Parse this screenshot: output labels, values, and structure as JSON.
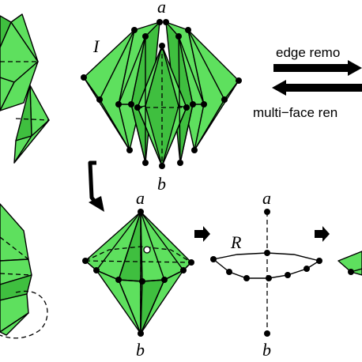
{
  "labels": {
    "top_vertex": "a",
    "bottom_vertex": "b",
    "group_label": "I",
    "ring_label": "R",
    "arrow_top_text": "edge remo",
    "arrow_bottom_text": "multi−face ren"
  },
  "colors": {
    "face_fill": "#5ee05e",
    "face_fill_dark": "#3fbf3f",
    "stroke": "#000000",
    "background": "#ffffff"
  },
  "icons": {
    "curved_arrow": "curved-down-arrow-icon",
    "step_arrow": "right-arrow-icon"
  }
}
